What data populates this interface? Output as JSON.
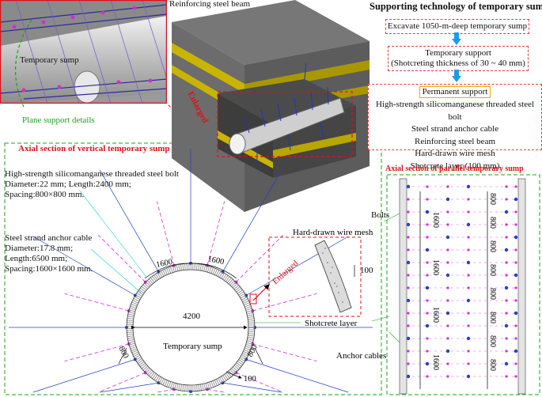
{
  "title": "Supporting technology of temporary sump",
  "flow": {
    "step1": "Excavate 1050-m-deep temporary sump",
    "step2_title": "Temporary support",
    "step2_detail": "(Shotcreting thickness of 30 ~ 40 mm)",
    "step3_title": "Permanent support",
    "step3_items": [
      "High-strength silicomanganese threaded steel bolt",
      "Steel strand anchor cable",
      "Reinforcing steel beam",
      "Hard-drawn wire mesh",
      "Shotcrete layer (100 mm)"
    ]
  },
  "detail_view": {
    "beam_label": "Reinforcing steel beam",
    "sump_label": "Temporary sump",
    "caption": "Plane support details"
  },
  "model3d": {
    "enlarged_label": "Enlarged"
  },
  "vertical_section": {
    "title": "Axial section of vertical temporary sump",
    "bolt_title": "High-strength silicomanganese threaded steel bolt",
    "bolt_spec": [
      "Diameter:22 mm; Length:2400 mm;",
      "Spacing:800×800 mm."
    ],
    "cable_title": "Steel strand anchor cable",
    "cable_spec": [
      "Diameter:17.8 mm;",
      "Length:6500 mm;",
      "Spacing:1600×1600 mm."
    ],
    "dims": {
      "top_left": "1600",
      "top_right": "1600",
      "diameter": "4200",
      "side_left": "800",
      "side_right": "800",
      "thickness": "100"
    },
    "sump_label": "Temporary sump",
    "mesh_label": "Hard-drawn wire mesh",
    "enlarged_label": "Enlarged",
    "mesh_dim": "100",
    "shotcrete_label": "Shotcrete layer",
    "anchor_label": "Anchor cables"
  },
  "parallel_section": {
    "title": "Axial section of parallel temporary sump",
    "bolts_label": "Bolts",
    "dim_left": [
      "1600",
      "1600",
      "1600",
      "1600"
    ],
    "dim_right": [
      "800",
      "800",
      "800",
      "800",
      "800",
      "800",
      "800",
      "800"
    ]
  },
  "colors": {
    "accent_red": "#e0101a",
    "green": "#17a317",
    "flow_arrow": "#1d9be8",
    "bolt_magenta": "#d030d0",
    "cable_blue": "#2040c0"
  }
}
